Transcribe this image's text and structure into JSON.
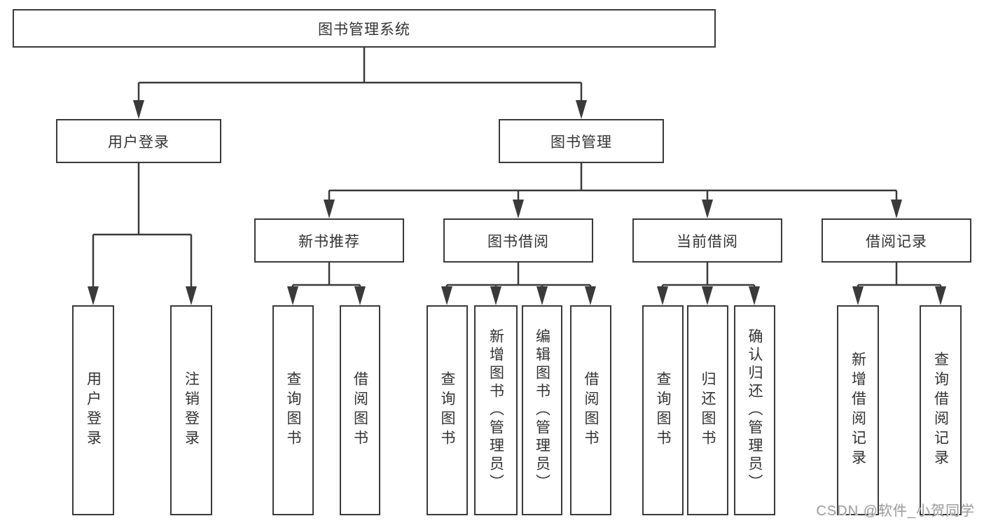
{
  "tree": {
    "label": "图书管理系统",
    "children": [
      {
        "label": "用户登录",
        "children": [
          {
            "label": "用户登录"
          },
          {
            "label": "注销登录"
          }
        ]
      },
      {
        "label": "图书管理",
        "children": [
          {
            "label": "新书推荐",
            "children": [
              {
                "label": "查询图书"
              },
              {
                "label": "借阅图书"
              }
            ]
          },
          {
            "label": "图书借阅",
            "children": [
              {
                "label": "查询图书"
              },
              {
                "label": "新增图书（管理员）"
              },
              {
                "label": "编辑图书（管理员）"
              },
              {
                "label": "借阅图书"
              }
            ]
          },
          {
            "label": "当前借阅",
            "children": [
              {
                "label": "查询图书"
              },
              {
                "label": "归还图书"
              },
              {
                "label": "确认归还（管理员）"
              }
            ]
          },
          {
            "label": "借阅记录",
            "children": [
              {
                "label": "新增借阅记录"
              },
              {
                "label": "查询借阅记录"
              }
            ]
          }
        ]
      }
    ]
  },
  "watermark": "CSDN @软件_小贺同学",
  "colors": {
    "line": "#3a3a3a",
    "box_border": "#3a3a3a",
    "box_fill": "#ffffff",
    "text": "#333333",
    "watermark": "#9e9e9e",
    "background": "#ffffff"
  }
}
